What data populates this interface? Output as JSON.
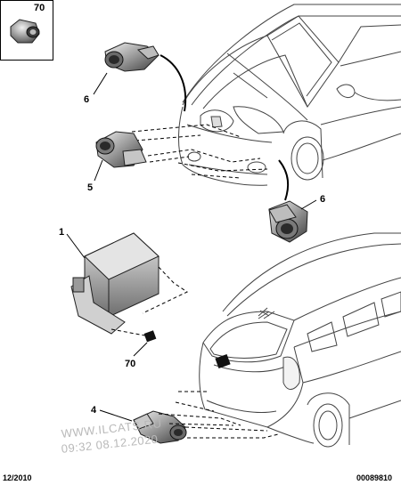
{
  "callouts": {
    "inset_ref": "70",
    "sensor_front_upper": "6",
    "sensor_front_left": "5",
    "sensor_front_right": "6",
    "control_unit": "1",
    "fastener": "70",
    "sensor_rear": "4"
  },
  "footer": {
    "date": "12/2010",
    "doc_number": "00089810"
  },
  "watermark": {
    "line1": "WWW.ILCATS.RU",
    "line2": "09:32 08.12.2020"
  }
}
